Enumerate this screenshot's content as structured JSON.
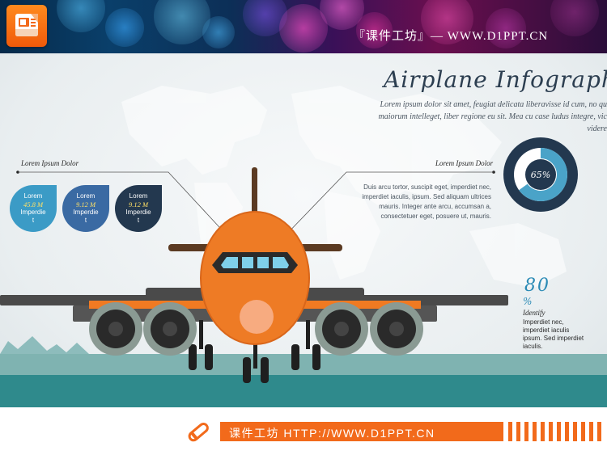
{
  "banner": {
    "site_title": "『课件工坊』— WWW.D1PPT.CN",
    "logo_icon": "presentation-icon",
    "accent": "#f26a1b"
  },
  "main": {
    "title": "Airplane Infographic",
    "intro_lines": [
      "Lorem ipsum dolor sit amet, feugiat delicata liberavisse id cum, no qu",
      "maiorum intelleget, liber regione eu sit. Mea cu case ludus integre, vic",
      "videre"
    ]
  },
  "left_callout": {
    "title": "Lorem Ipsum Dolor",
    "drops": [
      {
        "label": "Lorem",
        "value": "45.8 M",
        "sub": [
          "Imperdie",
          "t"
        ],
        "color": "#3b9bc6"
      },
      {
        "label": "Lorem",
        "value": "9.12 M",
        "sub": [
          "Imperdie",
          "t"
        ],
        "color": "#3a6aa3"
      },
      {
        "label": "Lorem",
        "value": "9.12 M",
        "sub": [
          "Imperdie",
          "t"
        ],
        "color": "#23384f"
      }
    ]
  },
  "right_callout": {
    "title": "Lorem Ipsum Dolor",
    "desc_lines": [
      "Duis arcu tortor, suscipit eget, imperdiet nec,",
      "imperdiet iaculis, ipsum. Sed aliquam ultrices",
      "mauris. Integer ante arcu, accumsan a,",
      "consectetuer eget, posuere ut, mauris."
    ]
  },
  "donut": {
    "label": "65%",
    "value": 65,
    "ring_color": "#4aa3c8",
    "outer_color": "#23384f"
  },
  "stat": {
    "number": "80",
    "unit": "%",
    "label": "Identify",
    "desc_lines": [
      "Imperdiet nec,",
      "imperdiet iaculis",
      "ipsum. Sed imperdiet",
      "iaculis."
    ]
  },
  "footer": {
    "text": "课件工坊 HTTP://WWW.D1PPT.CN",
    "icon": "pencil-icon"
  },
  "colors": {
    "plane_body": "#ee7b25",
    "plane_engine": "#3b3b3b",
    "ground": "#2f8a8c"
  }
}
